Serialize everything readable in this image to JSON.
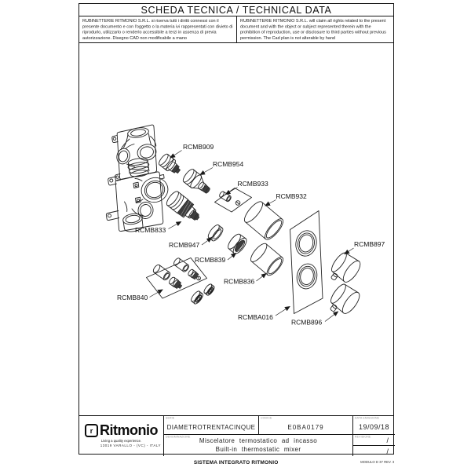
{
  "header": {
    "title": "SCHEDA TECNICA / TECHNICAL DATA",
    "disclaimer_it": "RUBINETTERIE RITMONIO S.R.L. si riserva tutti i diritti connessi con il presente documento e con l'oggetto o la materia ivi rappresentati con divieto di riprodurlo, utilizzarlo o renderlo accessibile a terzi in assenza di previa autorizzazione. Disegno CAD non modificabile a mano",
    "disclaimer_en": "RUBINETTERIE RITMONIO S.R.L. will claim all rights related to the present document and with the object or subject represented therein with the prohibition  of reproduction, use or disclosure to third parties without previous permission.  The Cad plan is not alterable by hand"
  },
  "diagram": {
    "parts": [
      {
        "label": "RCMB909"
      },
      {
        "label": "RCMB954"
      },
      {
        "label": "RCMB933"
      },
      {
        "label": "RCMB932"
      },
      {
        "label": "RCMB833"
      },
      {
        "label": "RCMB947"
      },
      {
        "label": "RCMB839"
      },
      {
        "label": "RCMB836"
      },
      {
        "label": "RCMB840"
      },
      {
        "label": "RCMBA016"
      },
      {
        "label": "RCMB896"
      },
      {
        "label": "RCMB897"
      }
    ]
  },
  "title_block": {
    "serie_label": "SERIE",
    "serie": "DIAMETROTRENTACINQUE",
    "codice_label": "CODICE",
    "codice": "E0BA0179",
    "data_label": "DATA EMISSIONE",
    "data": "19/09/18",
    "denominazione_label": "DENOMINAZIONE",
    "denominazione_it": "Miscelatore termostatico ad incasso",
    "denominazione_en": "Built-in thermostatic mixer",
    "revisione_label": "REVISIONE",
    "revisione_1": "/",
    "revisione_2": "/"
  },
  "logo": {
    "mark": "r",
    "name": "Ritmonio",
    "tagline": "Living a quality experience.",
    "address": "13019 VARALLO - (VC) - ITALY"
  },
  "footer": {
    "center": "SISTEMA INTEGRATO RITMONIO",
    "right": "MODULO D 37 REV. 3"
  }
}
